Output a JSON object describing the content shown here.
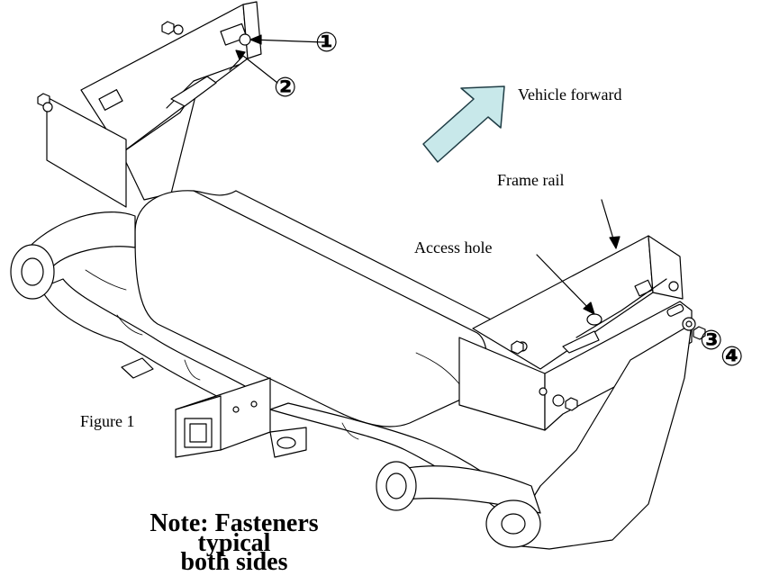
{
  "labels": {
    "vehicle_forward": "Vehicle forward",
    "frame_rail": "Frame rail",
    "access_hole": "Access hole",
    "figure": "Figure 1",
    "note_line1": "Note: Fasteners typical",
    "note_line2": "both sides"
  },
  "callouts": {
    "c1": "①",
    "c2": "②",
    "c3": "③",
    "c4": "④"
  },
  "colors": {
    "line": "#000000",
    "tube_fill": "#ffffff",
    "arrow_fill": "#c8e8ea",
    "arrow_stroke": "#1f3d45"
  }
}
